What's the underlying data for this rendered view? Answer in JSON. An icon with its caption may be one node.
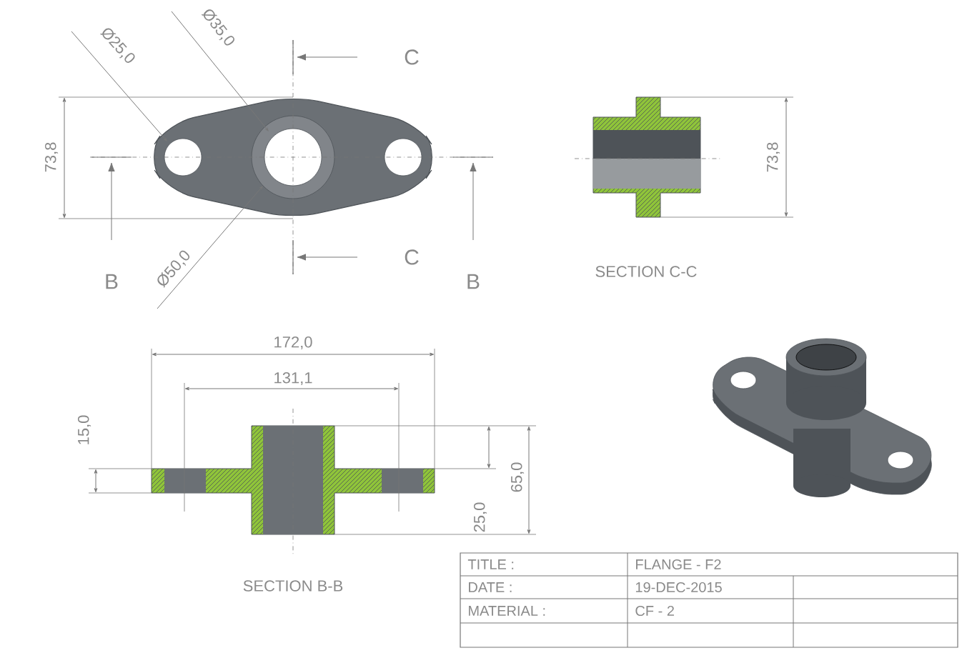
{
  "diagram": {
    "labels": [
      "Ø25,0",
      "Ø35,0",
      "C",
      "73,8",
      "B",
      "C",
      "B",
      "Ø50,0",
      "73,8",
      "SECTION C-C",
      "172,0",
      "131,1",
      "15,0",
      "25,0",
      "65,0",
      "SECTION B-B",
      "TITLE :",
      "FLANGE - F2",
      "DATE :",
      "19-DEC-2015",
      "MATERIAL :",
      "CF - 2"
    ]
  }
}
